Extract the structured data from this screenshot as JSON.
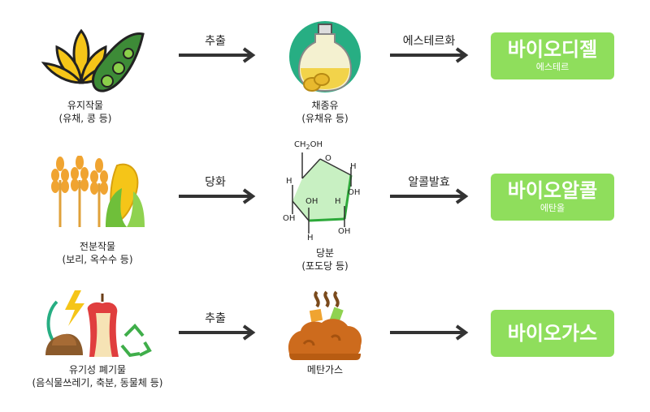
{
  "rows": [
    {
      "source_label_1": "유지작물",
      "source_label_2": "(유채, 콩 등)",
      "arrow1_label": "추출",
      "mid_label_1": "채종유",
      "mid_label_2": "(유채유 등)",
      "arrow2_label": "에스테르화",
      "product_title": "바이오디젤",
      "product_sub": "에스테르"
    },
    {
      "source_label_1": "전분작물",
      "source_label_2": "(보리, 옥수수 등)",
      "arrow1_label": "당화",
      "mid_label_1": "당분",
      "mid_label_2": "(포도당 등)",
      "arrow2_label": "알콜발효",
      "product_title": "바이오알콜",
      "product_sub": "에탄올"
    },
    {
      "source_label_1": "유기성 폐기물",
      "source_label_2": "(음식물쓰레기, 축분, 동물체 등)",
      "arrow1_label": "추출",
      "mid_label_1": "메탄가스",
      "mid_label_2": "",
      "arrow2_label": "",
      "product_title": "바이오가스",
      "product_sub": ""
    }
  ],
  "glucose": {
    "ch2oh": "CH2OH",
    "o": "O",
    "h": "H",
    "oh": "OH"
  },
  "icons": [
    "oil-crop-icon",
    "oil-bottle-icon",
    "wheat-corn-icon",
    "glucose-ring-icon",
    "organic-waste-icon",
    "methane-compost-icon"
  ]
}
